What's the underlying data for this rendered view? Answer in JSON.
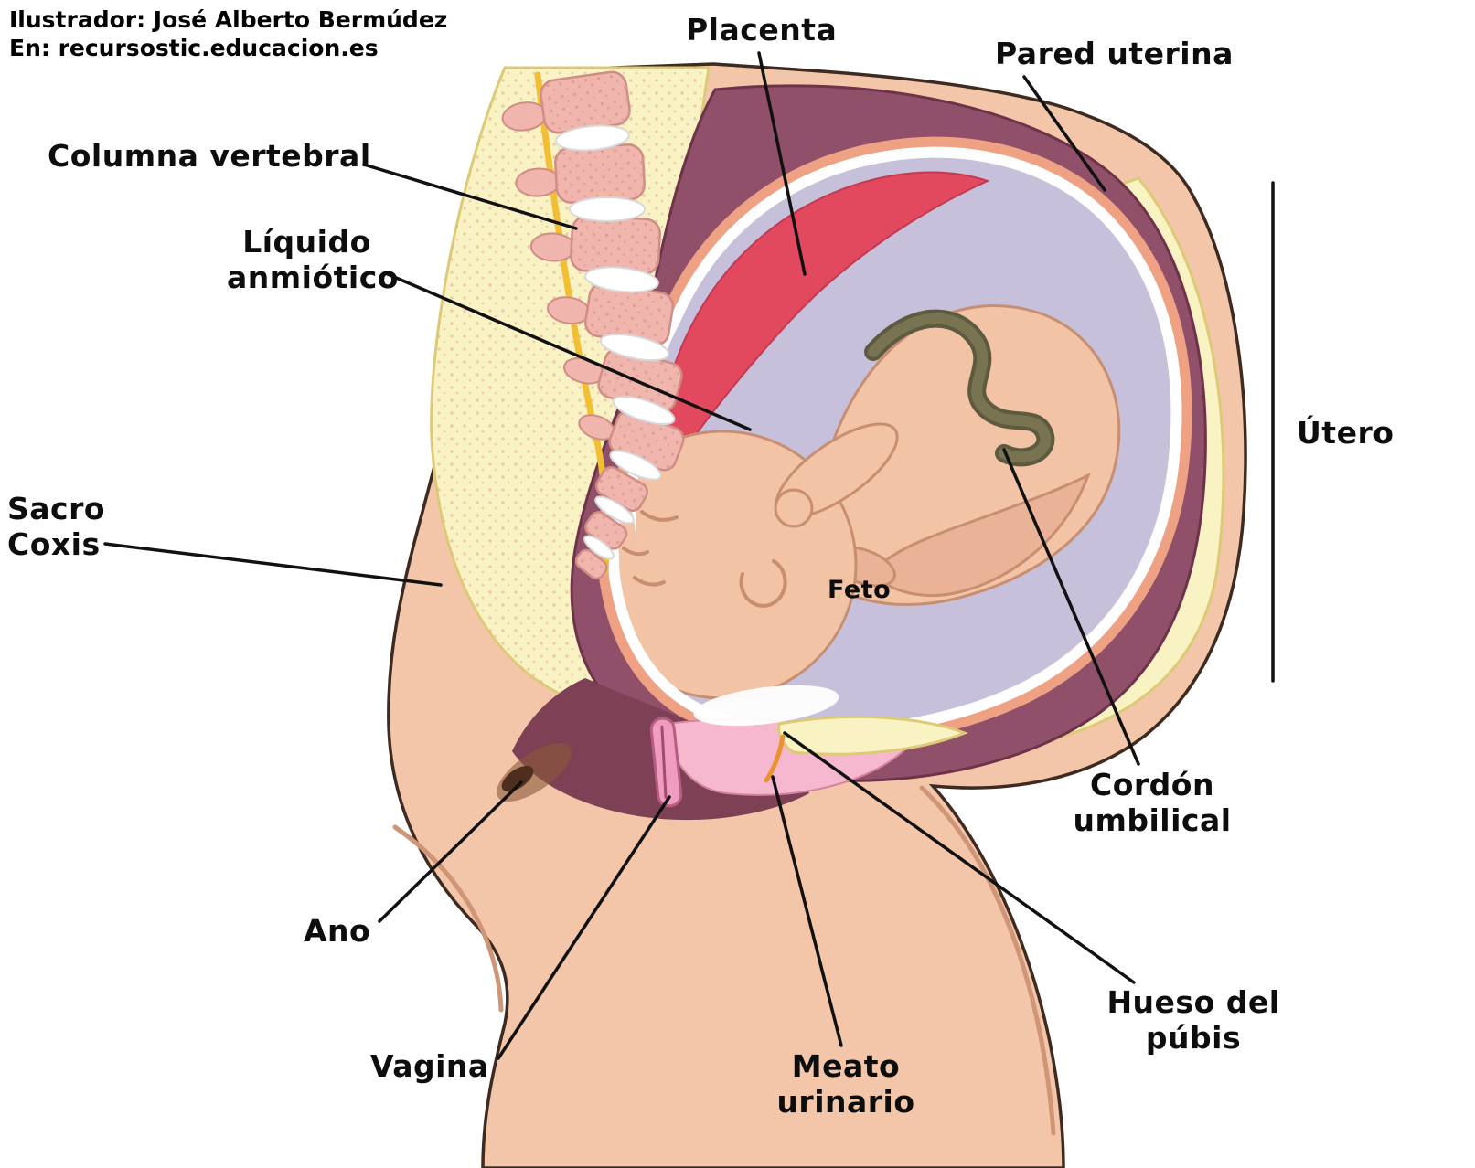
{
  "credit": {
    "line1": "Ilustrador: José Alberto Bermúdez",
    "line2": "En: recursostic.educacion.es"
  },
  "labels": {
    "placenta": "Placenta",
    "pared_uterina": "Pared uterina",
    "columna_vertebral": "Columna vertebral",
    "liquido_anmiotico": "Líquido\nanmiótico",
    "sacro_coxis": "Sacro\nCoxis",
    "utero": "Útero",
    "feto": "Feto",
    "cordon_umbilical": "Cordón\numbilical",
    "ano": "Ano",
    "vagina": "Vagina",
    "meato_urinario": "Meato\nurinario",
    "hueso_del_pubis": "Hueso del\npúbis"
  },
  "colors": {
    "skin": "#f3c5a9",
    "skin_shade": "#cf9577",
    "outline": "#3d2b21",
    "bone_cream": "#f9f2c3",
    "bone_cream_edge": "#ddca76",
    "vertebra_pink": "#f0b5ad",
    "vertebra_edge": "#cf8d86",
    "spinal_cord_yellow": "#f2bf34",
    "uterus_wall": "#91506a",
    "uterus_wall_edge": "#6e3349",
    "uterus_lining_salmon": "#efa184",
    "amniotic_lavender": "#c7c0da",
    "placenta_red": "#e2495f",
    "fetus_skin": "#f3c3a6",
    "fetus_skin_dark": "#eab296",
    "fetus_edge": "#c78e72",
    "cord_dark": "#5d5a40",
    "cord_light": "#787350",
    "perineum_dark": "#7d4054",
    "vulva_pink": "#f6b8ce",
    "vagina_pink": "#ee9cc0",
    "vagina_edge": "#b85c80",
    "urethra_orange": "#e8932f",
    "anus_brown": "#4e2f1f",
    "leader_line": "#111111"
  }
}
